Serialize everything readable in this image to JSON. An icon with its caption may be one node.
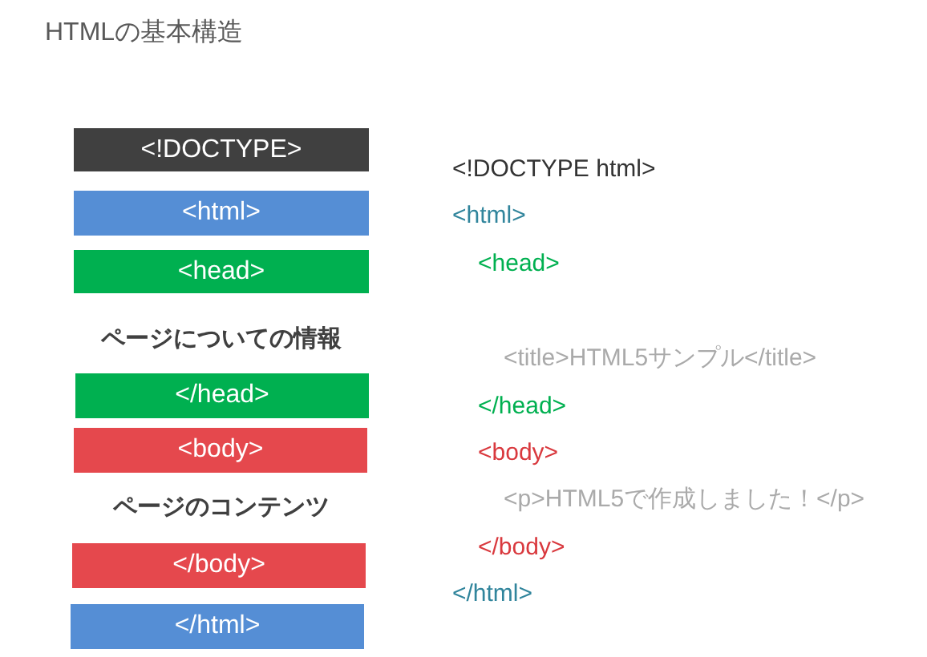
{
  "diagram": {
    "title": "HTMLの基本構造",
    "nodes": [
      {
        "text": [
          "<!DOCTYPE>"
        ]
      },
      {
        "text": [
          "<html>"
        ]
      },
      {
        "text": [
          "<head>"
        ]
      },
      {
        "text": [
          "</head>"
        ]
      },
      {
        "text": [
          "<body>"
        ]
      },
      {
        "text": [
          "</body>"
        ]
      },
      {
        "text": [
          "</html>"
        ]
      }
    ],
    "labels": [
      "ページについての情報",
      "ページのコンテンツ",
      "<!DOCTYPE html>",
      "<html>",
      "<head>",
      "<title>HTML5サンプル</title>",
      "</head>",
      "<body>",
      "<p>HTML5で作成しました！</p>",
      "</body>",
      "</html>"
    ]
  }
}
